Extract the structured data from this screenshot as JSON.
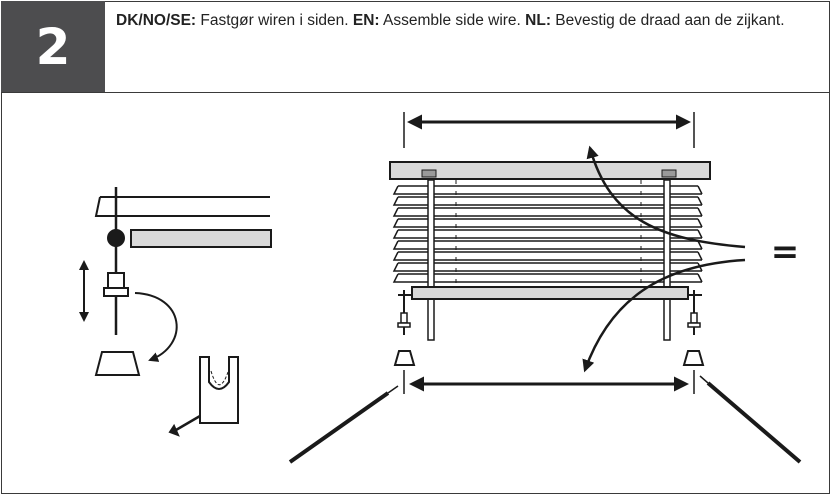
{
  "step": {
    "number": "2"
  },
  "instruction": {
    "lang1_code": "DK/NO/SE:",
    "lang1_text": " Fastgør wiren i siden. ",
    "lang2_code": "EN:",
    "lang2_text": " Assemble side wire. ",
    "lang3_code": "NL:",
    "lang3_text": " Bevestig de draad aan de zijkant."
  },
  "equals_symbol": "=",
  "colors": {
    "header_dark": "#4d4d4f",
    "rail_fill": "#d9d9d9",
    "line": "#1a1a1a"
  },
  "icons": [
    "double-arrow-icon",
    "curved-arrow-icon",
    "screw-icon",
    "bracket-icon",
    "wire-stopper-icon",
    "screwdriver-icon"
  ]
}
